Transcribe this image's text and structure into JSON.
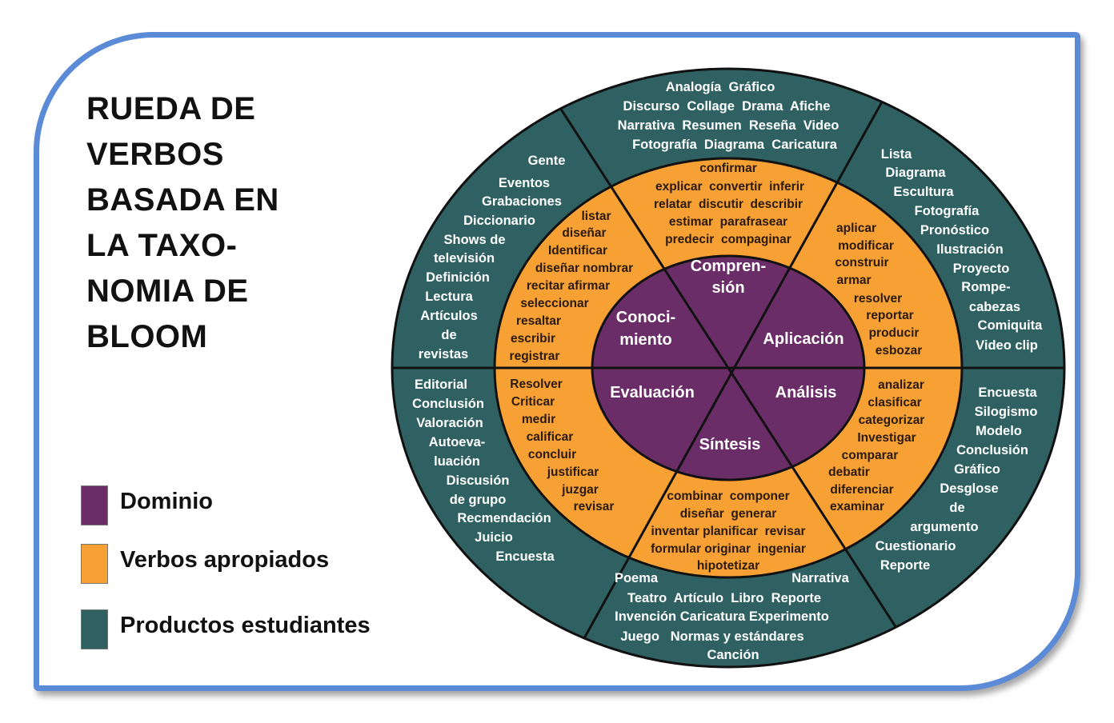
{
  "title_lines": [
    "RUEDA DE",
    "VERBOS",
    "BASADA EN",
    "LA TAXO-",
    "NOMIA DE",
    "BLOOM"
  ],
  "legend": [
    {
      "label": "Dominio",
      "color": "#6b2d67"
    },
    {
      "label": "Verbos apropiados",
      "color": "#f7a033"
    },
    {
      "label": "Productos estudiantes",
      "color": "#2f6163"
    }
  ],
  "colors": {
    "products": "#2f6163",
    "verbs": "#f7a033",
    "domain": "#6b2d67",
    "frame": "#5b8ad6"
  },
  "domains": [
    "Compren-",
    "sión",
    "Conoci-",
    "miento",
    "Aplicación",
    "Evaluación",
    "Análisis",
    "Síntesis"
  ],
  "verbs": {
    "comprension": [
      "confirmar",
      "explicar  convertir  inferir",
      "relatar  discutir  describir",
      "estimar  parafrasear",
      "predecir  compaginar"
    ],
    "conocimiento": [
      "listar",
      "diseñar",
      "Identificar",
      "diseñar nombrar",
      "recitar afirmar",
      "seleccionar",
      "resaltar",
      "escribir",
      "registrar"
    ],
    "aplicacion": [
      "aplicar",
      "modificar",
      "construir",
      "armar",
      "resolver",
      "reportar",
      "producir",
      "esbozar"
    ],
    "evaluacion": [
      "Resolver",
      "Criticar",
      "medir",
      "calificar",
      "concluir",
      "justificar",
      "juzgar",
      "revisar"
    ],
    "analisis": [
      "analizar",
      "clasificar",
      "categorizar",
      "Investigar",
      "comparar",
      "debatir",
      "diferenciar",
      "examinar"
    ],
    "sintesis": [
      "combinar  componer",
      "diseñar  generar",
      "inventar planificar  revisar",
      "formular originar  ingeniar",
      "hipotetizar"
    ]
  },
  "products": {
    "comprension": [
      "Analogía  Gráfico",
      "Discurso  Collage  Drama  Afiche",
      "Narrativa  Resumen  Reseña  Video",
      "Fotografía  Diagrama  Caricatura"
    ],
    "conocimiento": [
      "Gente",
      "Eventos",
      "Grabaciones",
      "Diccionario",
      "Shows de",
      "televisión",
      "Definición",
      "Lectura",
      "Artículos",
      "de",
      "revistas"
    ],
    "aplicacion": [
      "Lista",
      "Diagrama",
      "Escultura",
      "Fotografía",
      "Pronóstico",
      "Ilustración",
      "Proyecto",
      "Rompe-",
      "cabezas",
      "Comiquita",
      "Video clip"
    ],
    "evaluacion": [
      "Editorial",
      "Conclusión",
      "Valoración",
      "Autoeva-",
      "luación",
      "Discusión",
      "de grupo",
      "Recmendación",
      "Juicio",
      "Encuesta"
    ],
    "analisis": [
      "Encuesta",
      "Silogismo",
      "Modelo",
      "Conclusión",
      "Gráfico",
      "Desglose",
      "de",
      "argumento",
      "Cuestionario",
      "Reporte"
    ],
    "sintesis": [
      "Poema",
      "Narrativa",
      "Teatro  Artículo  Libro  Reporte",
      "Invención Caricatura Experimento",
      "Juego   Normas y estándares",
      "Canción"
    ]
  }
}
